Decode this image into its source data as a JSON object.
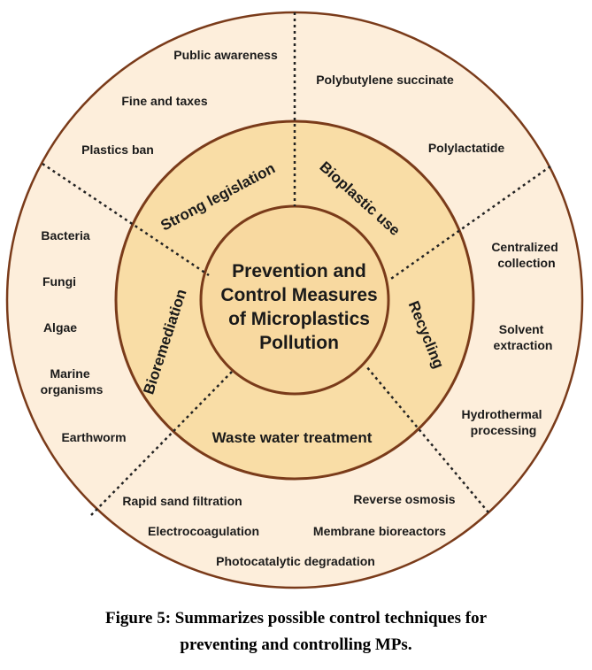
{
  "diagram": {
    "center": {
      "lines": [
        "Prevention and",
        "Control Measures",
        "of Microplastics",
        "Pollution"
      ]
    },
    "categories": [
      {
        "label": "Strong legislation",
        "items": [
          "Public awareness",
          "Fine and taxes",
          "Plastics ban"
        ]
      },
      {
        "label": "Bioplastic use",
        "items": [
          "Polybutylene succinate",
          "Polylactatide"
        ]
      },
      {
        "label": "Recycling",
        "items": [
          "Centralized collection",
          "Solvent extraction",
          "Hydrothermal processing"
        ]
      },
      {
        "label": "Waste water treatment",
        "items": [
          "Rapid sand filtration",
          "Electrocoagulation",
          "Photocatalytic degradation",
          "Membrane bioreactors",
          "Reverse osmosis"
        ]
      },
      {
        "label": "Bioremediation",
        "items": [
          "Bacteria",
          "Fungi",
          "Algae",
          "Marine organisms",
          "Earthworm"
        ]
      }
    ],
    "colors": {
      "outer_fill": "#fdeedb",
      "middle_fill": "#f9dda6",
      "inner_fill": "#f8d9a0",
      "stroke": "#7a3b1a",
      "divider": "#222222"
    }
  },
  "caption": {
    "line1": "Figure 5: Summarizes possible control techniques for",
    "line2": "preventing and controlling MPs."
  }
}
